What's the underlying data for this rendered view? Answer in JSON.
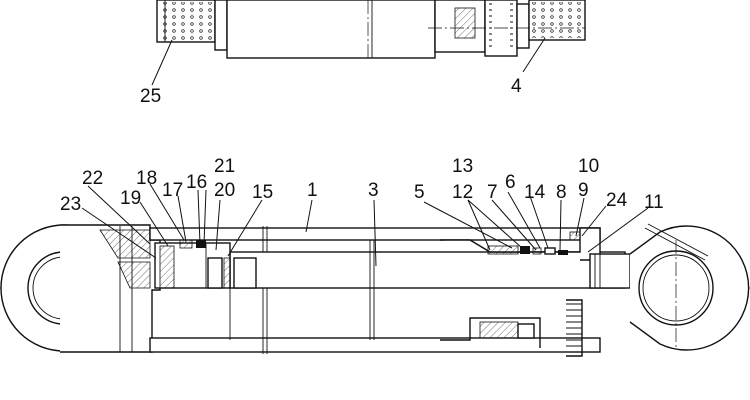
{
  "callouts": {
    "c1": "1",
    "c3": "3",
    "c4": "4",
    "c5": "5",
    "c6": "6",
    "c7": "7",
    "c8": "8",
    "c9": "9",
    "c10": "10",
    "c11": "11",
    "c12": "12",
    "c13": "13",
    "c14": "14",
    "c15": "15",
    "c16": "16",
    "c17": "17",
    "c18": "18",
    "c19": "19",
    "c20": "20",
    "c21": "21",
    "c22": "22",
    "c23": "23",
    "c24": "24",
    "c25": "25"
  }
}
